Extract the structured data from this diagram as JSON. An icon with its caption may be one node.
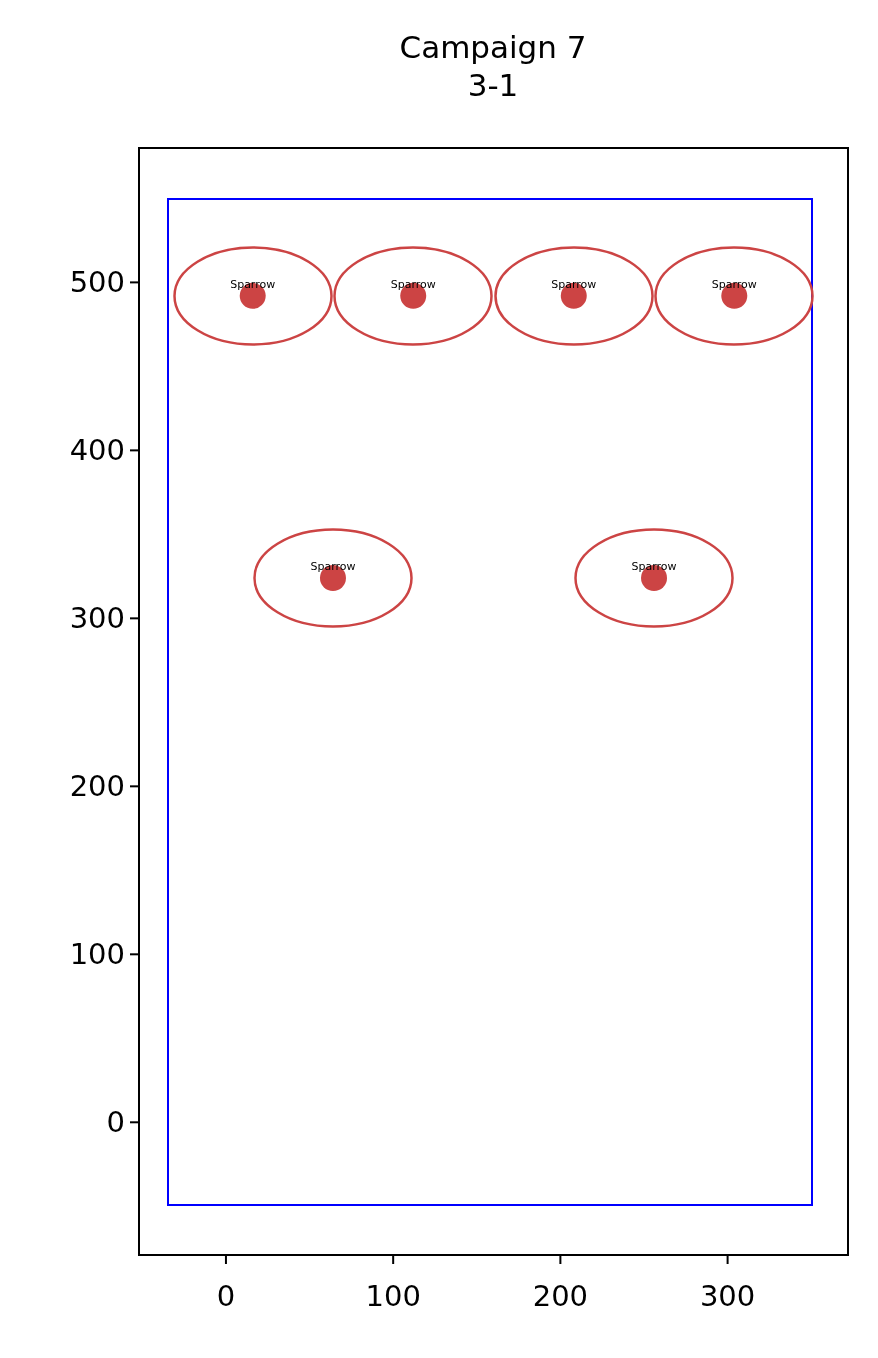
{
  "diagram": {
    "title": "Campaign 7 3-1",
    "nodes": [
      {
        "text": [],
        "shape": "box"
      },
      {
        "text": [
          "Sparrow"
        ],
        "in": 0
      },
      {
        "text": [
          "Sparrow"
        ],
        "in": 0
      },
      {
        "text": [
          "Sparrow"
        ],
        "in": 0
      },
      {
        "text": [
          "Sparrow"
        ],
        "in": 0
      },
      {
        "text": [
          "Sparrow"
        ],
        "in": 0
      },
      {
        "text": [
          "Sparrow"
        ],
        "in": 0
      }
    ],
    "chart_data": {
      "type": "scatter",
      "x": [
        16,
        112,
        208,
        304,
        64,
        256
      ],
      "series": [
        {
          "color": "#cc4444",
          "values": [
            492,
            492,
            492,
            492,
            324,
            324
          ]
        }
      ],
      "xlim": [
        -52,
        372
      ],
      "ylim": [
        -79,
        580
      ],
      "xticks": [
        0,
        100,
        200,
        300
      ],
      "yticks": [
        0,
        100,
        200,
        300,
        400,
        500
      ]
    }
  }
}
